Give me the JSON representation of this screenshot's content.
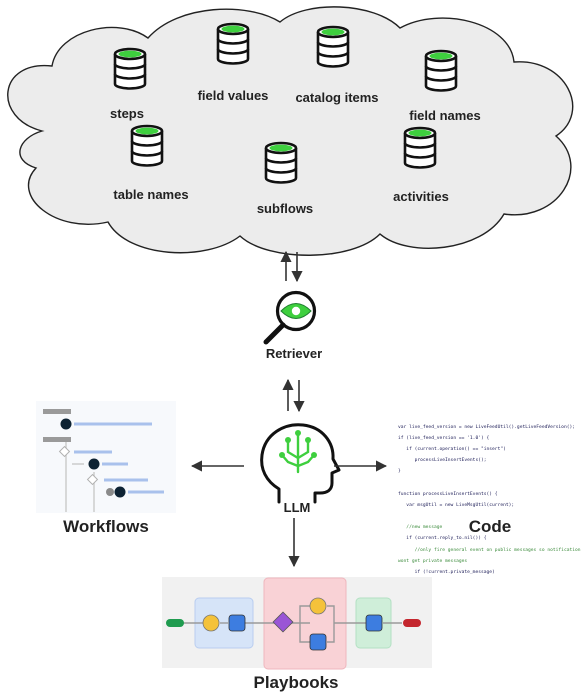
{
  "cloud": {
    "items": [
      {
        "id": "steps",
        "label": "steps"
      },
      {
        "id": "field-values",
        "label": "field values"
      },
      {
        "id": "catalog-items",
        "label": "catalog items"
      },
      {
        "id": "field-names",
        "label": "field names"
      },
      {
        "id": "table-names",
        "label": "table names"
      },
      {
        "id": "subflows",
        "label": "subflows"
      },
      {
        "id": "activities",
        "label": "activities"
      }
    ]
  },
  "retriever": {
    "label": "Retriever"
  },
  "llm": {
    "label": "LLM"
  },
  "workflows": {
    "label": "Workflows"
  },
  "code": {
    "label": "Code",
    "lines": [
      "var live_feed_version = new LiveFeedUtil().getLiveFeedVersion();",
      "if (live_feed_version == '1.0') {",
      "   if (current.operation() == \"insert\")",
      "      processLiveInsertEvents();",
      "}",
      "",
      "function processLiveInsertEvents() {",
      "   var msgUtil = new LiveMsgUtil(current);",
      "",
      "   //new message",
      "   if (current.reply_to.nil()) {",
      "      //only fire general event on public messages so notification",
      "wont get private messages",
      "      if (!current.private_message)"
    ]
  },
  "playbooks": {
    "label": "Playbooks"
  },
  "colors": {
    "cloud_fill": "#ececec",
    "db_top": "#3ecf3e",
    "accent_green": "#2a9d4a",
    "workflow_line": "#a9c1ec",
    "workflow_node": "#0d2233",
    "playbook_blue_group": "#d6e4f8",
    "playbook_pink_group": "#f9d2d6",
    "playbook_green_group": "#cfeed9",
    "yellow_node": "#f4c23a",
    "blue_node": "#3d7de0",
    "purple_node": "#9a55d6",
    "start_node": "#1f9b4f",
    "end_node": "#c4262e"
  }
}
